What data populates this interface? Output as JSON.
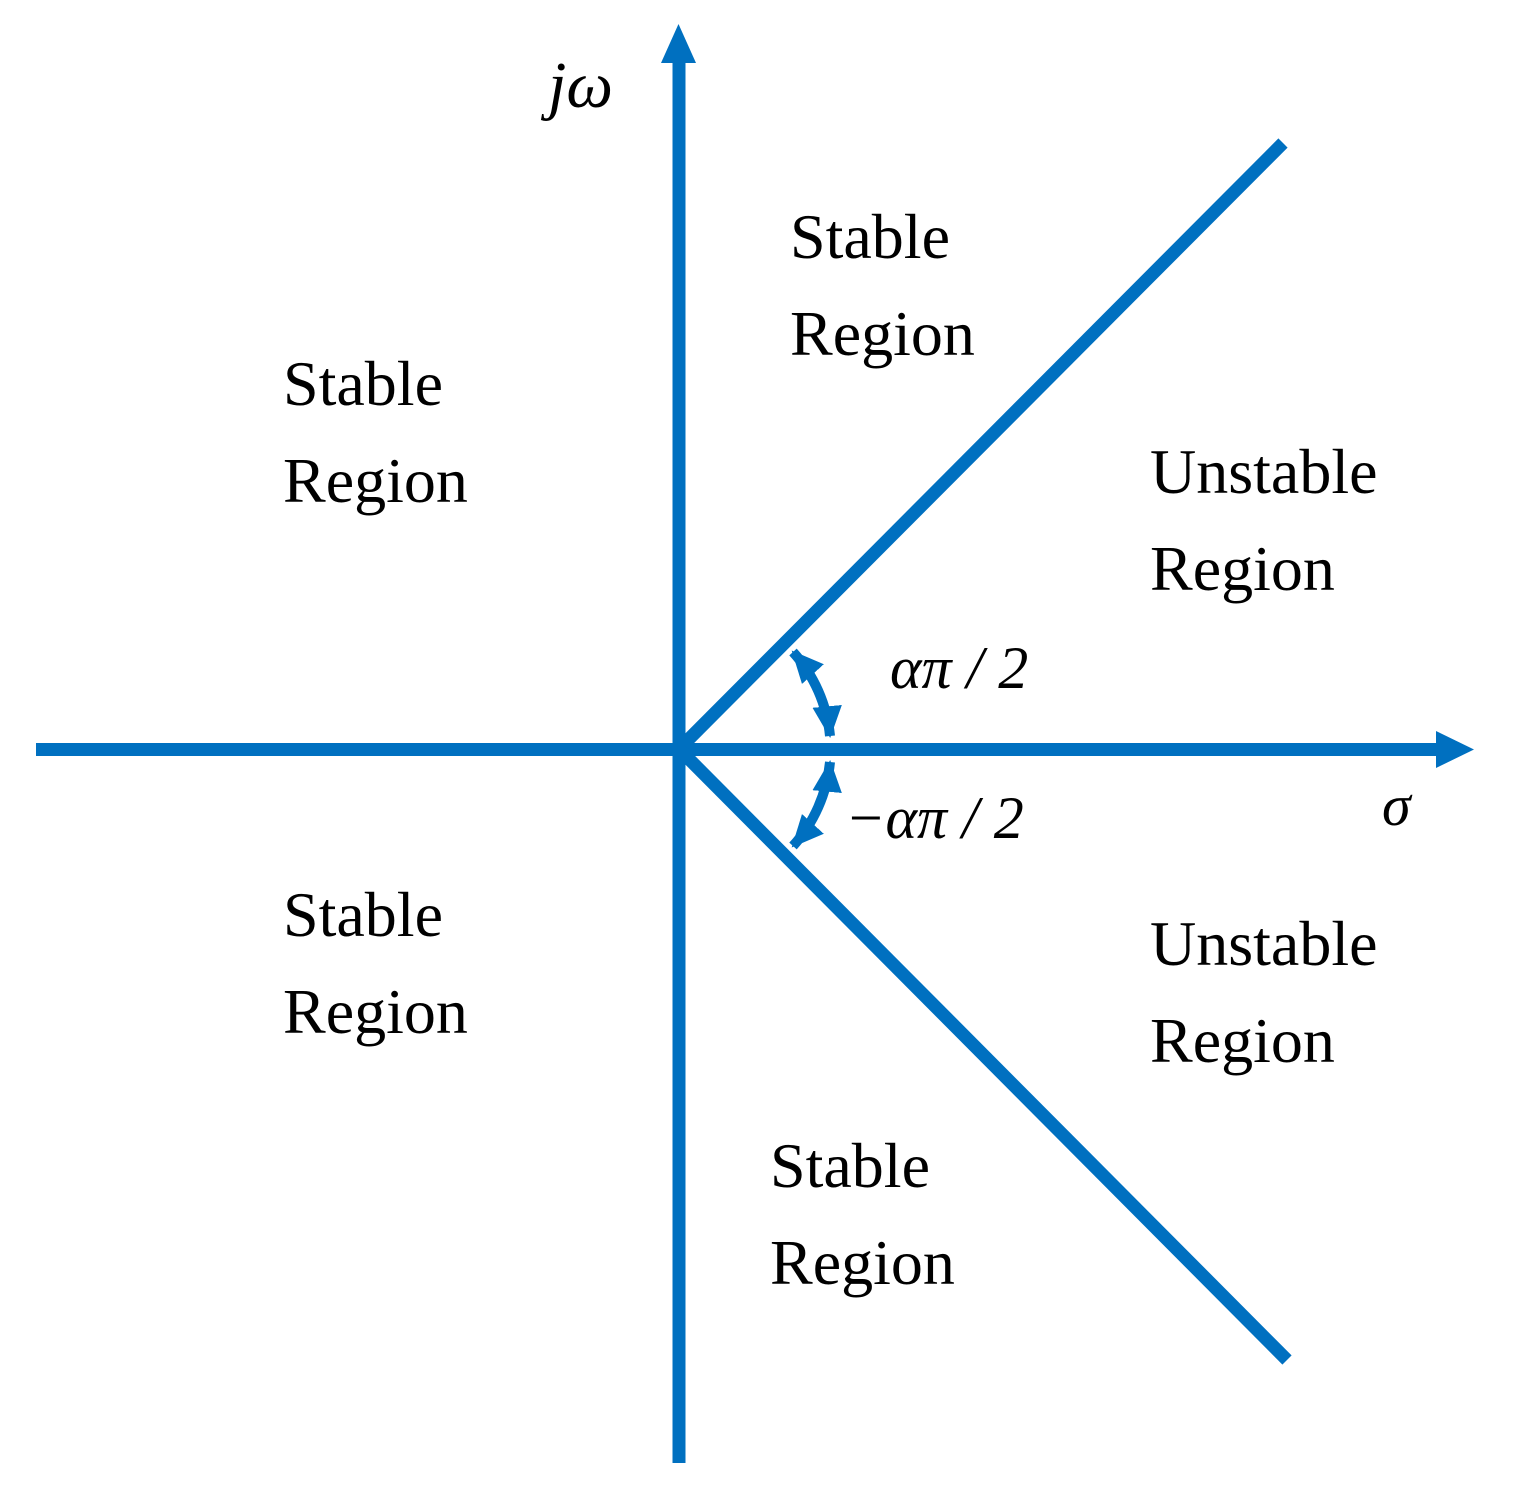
{
  "colors": {
    "accent": "#0070C0",
    "text": "#000000",
    "background": "#FFFFFF"
  },
  "diagram": {
    "type": "complex-plane stability diagram",
    "description": "Stability regions of a fractional-order system in the s-plane; stability boundary rays at angles ±απ/2 from the positive real axis"
  },
  "axes": {
    "vertical_label": "jω",
    "horizontal_label": "σ"
  },
  "angles": {
    "upper": "απ / 2",
    "lower": "−απ / 2"
  },
  "regions": [
    {
      "id": "upper-left",
      "lines": [
        "Stable",
        "Region"
      ]
    },
    {
      "id": "upper-center",
      "lines": [
        "Stable",
        "Region"
      ]
    },
    {
      "id": "upper-right",
      "lines": [
        "Unstable",
        "Region"
      ]
    },
    {
      "id": "lower-left",
      "lines": [
        "Stable",
        "Region"
      ]
    },
    {
      "id": "lower-right",
      "lines": [
        "Unstable",
        "Region"
      ]
    },
    {
      "id": "lower-center",
      "lines": [
        "Stable",
        "Region"
      ]
    }
  ]
}
